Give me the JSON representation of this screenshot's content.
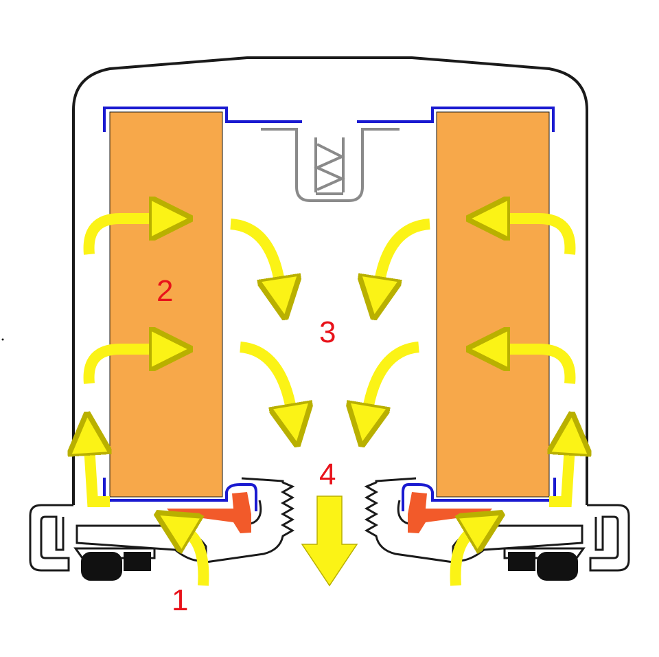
{
  "labels": {
    "l1": "1",
    "l2": "2",
    "l3": "3",
    "l4": "4"
  },
  "colors": {
    "outline": "#1a1a1a",
    "filter_fill": "#f7a84a",
    "blue": "#1a1ad0",
    "arrow": "#fbf316",
    "arrow_stroke": "#b9b000",
    "red_part": "#f25a2a",
    "spring": "#8a8a8a",
    "wheel": "#111111",
    "label": "#e8121a"
  }
}
